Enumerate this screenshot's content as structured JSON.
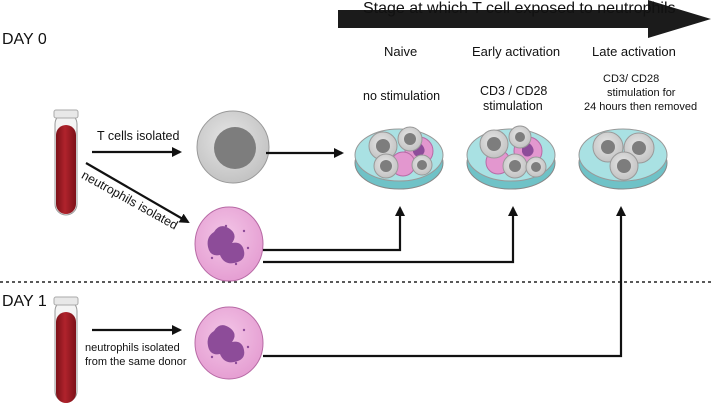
{
  "header": {
    "arrow_label": "Stage at which T cell exposed to neutrophils"
  },
  "days": {
    "day0": "DAY 0",
    "day1": "DAY 1"
  },
  "stages": [
    {
      "name": "Naive",
      "condition": "no stimulation"
    },
    {
      "name": "Early activation",
      "condition_line1": "CD3 / CD28",
      "condition_line2": "stimulation"
    },
    {
      "name": "Late activation",
      "condition_line1": "CD3/ CD28",
      "condition_line2": "stimulation for",
      "condition_line3": "24 hours then removed"
    }
  ],
  "labels": {
    "t_cells_isolated": "T cells isolated",
    "neutrophils_isolated": "neutrophils isolated",
    "neutrophils_same_donor_line1": "neutrophils isolated",
    "neutrophils_same_donor_line2": "from the same donor"
  },
  "colors": {
    "blood": "#9b1b24",
    "tcell_outer": "#d0d0d0",
    "tcell_nucleus": "#7a7a7a",
    "neutrophil_fill": "#e7a4d6",
    "neutrophil_nucleus": "#8d4c99",
    "dish_media": "#8fd3d6",
    "arrow": "#111111"
  }
}
